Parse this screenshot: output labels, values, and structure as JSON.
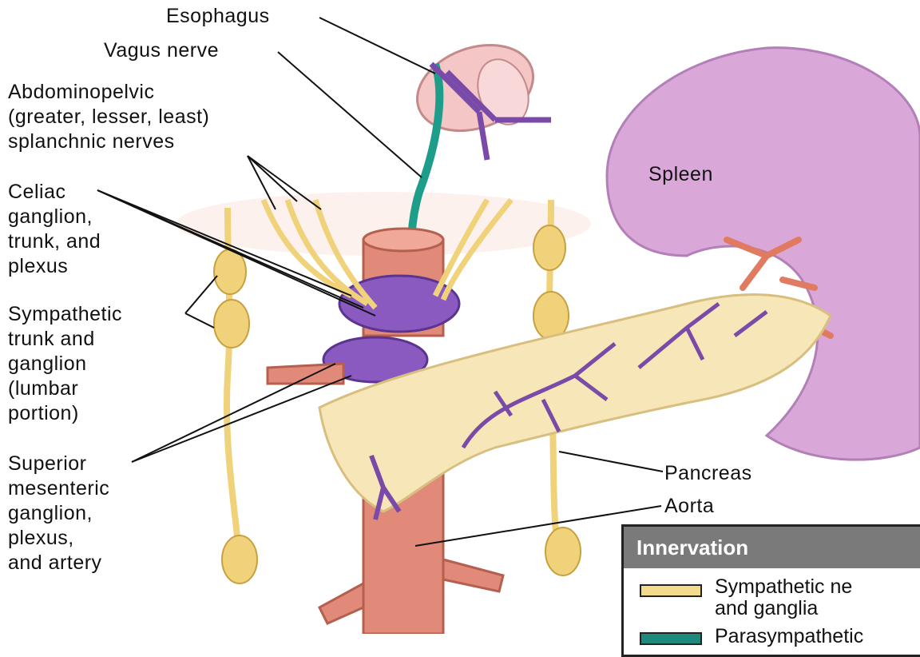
{
  "labels": {
    "esophagus": "Esophagus",
    "vagus": "Vagus nerve",
    "splanchnic": "Abdominopelvic\n(greater, lesser, least)\nsplanchnic nerves",
    "celiac": "Celiac\nganglion,\ntrunk, and\nplexus",
    "sympathetic_trunk": "Sympathetic\ntrunk and\nganglion\n(lumbar\nportion)",
    "superior_mesenteric": "Superior\nmesenteric\nganglion,\nplexus,\nand artery",
    "spleen": "Spleen",
    "pancreas": "Pancreas",
    "aorta": "Aorta"
  },
  "legend": {
    "title": "Innervation",
    "items": [
      {
        "text": "Sympathetic ne\nand ganglia",
        "color": "#f2dc8c"
      },
      {
        "text": "Parasympathetic",
        "color": "#1e8a7c"
      }
    ]
  },
  "colors": {
    "aorta": "#e28a7a",
    "sympathetic": "#f0d27a",
    "parasympathetic": "#1e9e8a",
    "plexus": "#7a4aa8",
    "spleen": "#d8a8d8",
    "pancreas": "#f6e6b8",
    "esophagus": "#f4c4c4"
  }
}
